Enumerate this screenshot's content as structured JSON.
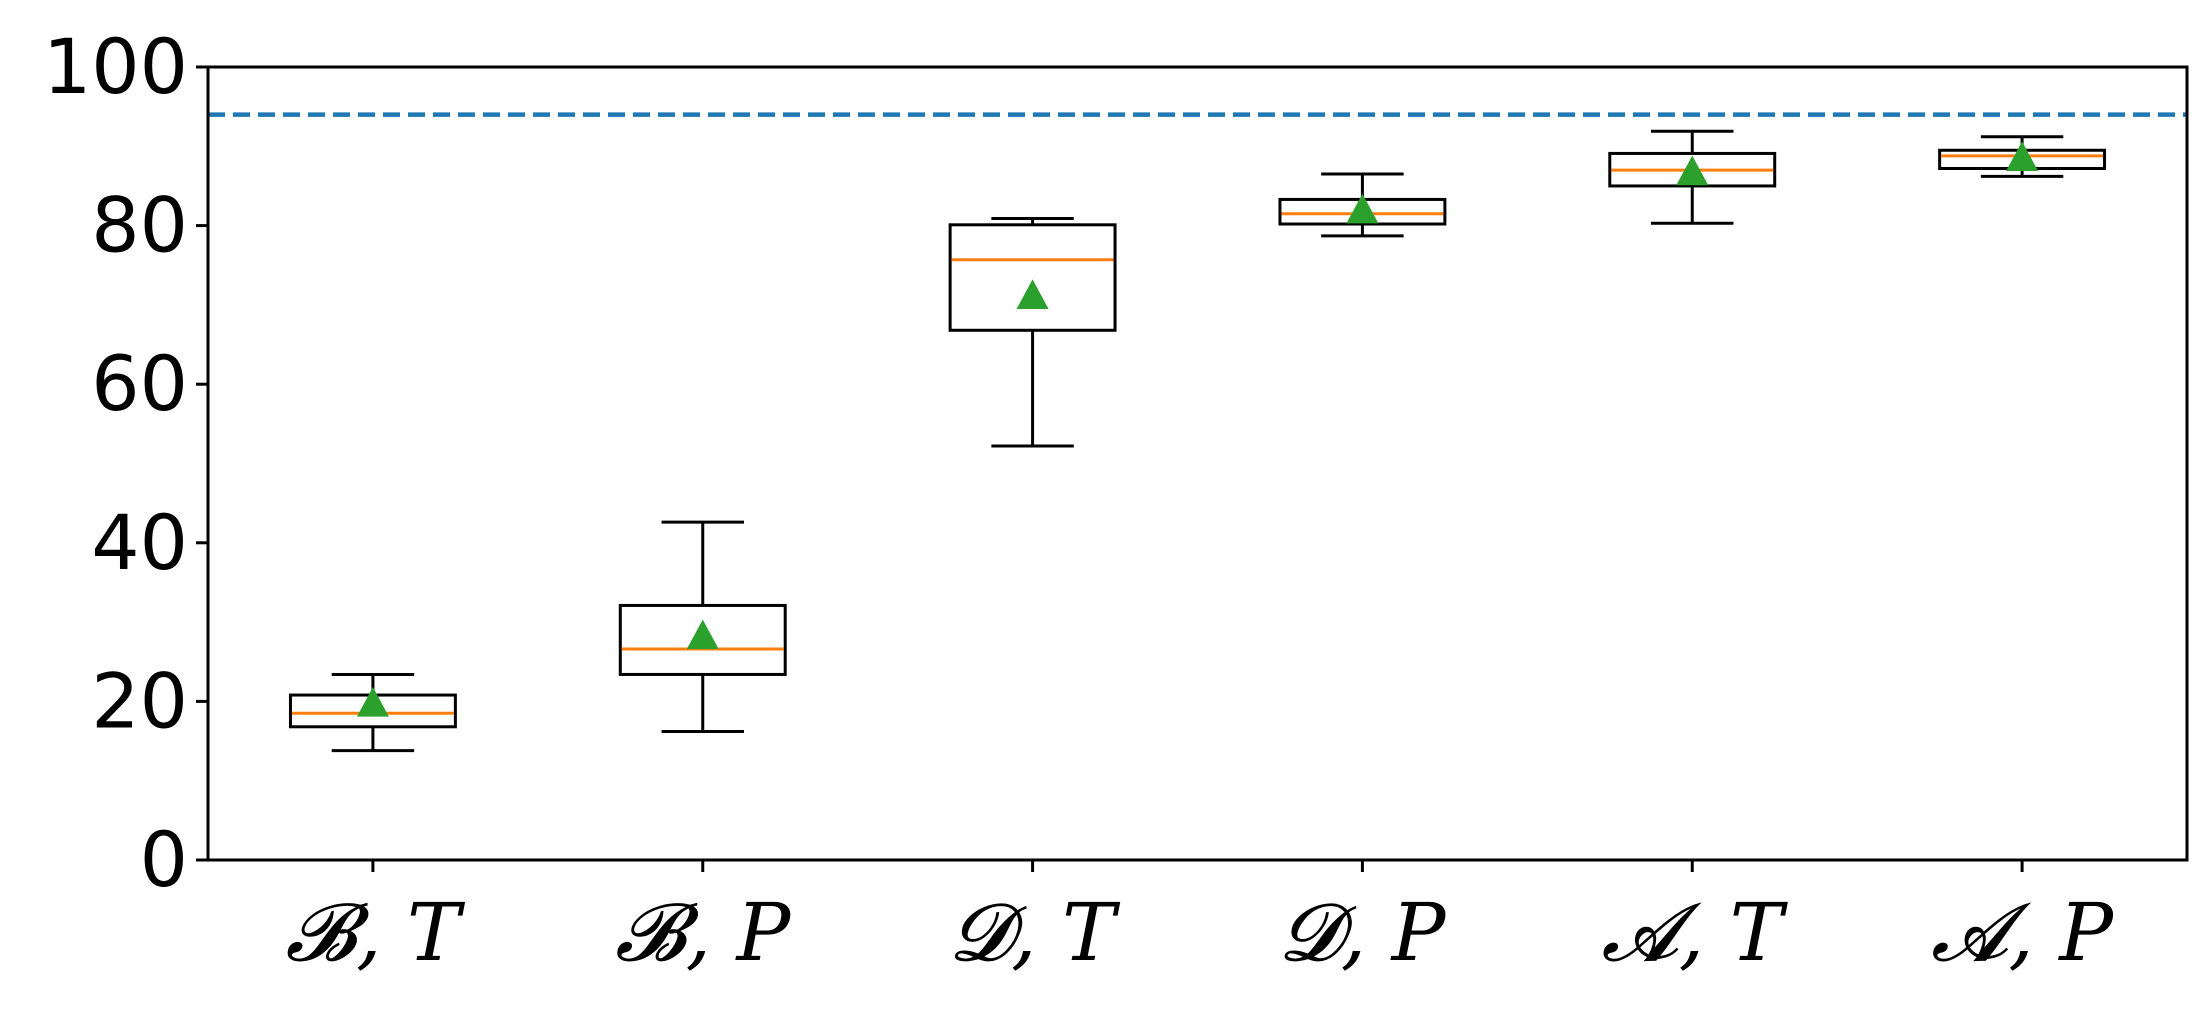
{
  "chart_data": {
    "type": "box",
    "title": "",
    "xlabel": "",
    "ylabel": "",
    "ylim": [
      0,
      100
    ],
    "yticks": [
      "0",
      "20",
      "40",
      "60",
      "80",
      "100"
    ],
    "grid": false,
    "reference_line": {
      "value": 94,
      "style": "dashed",
      "color": "#1f77b4"
    },
    "colors": {
      "box": "#000000",
      "median": "#ff7f0e",
      "mean": "#2ca02c"
    },
    "categories": [
      "𝓑, T",
      "𝓑, P",
      "𝓓, T",
      "𝓓, P",
      "𝓐, T",
      "𝓐, P"
    ],
    "boxes": [
      {
        "whisker_low": 13.8,
        "q1": 16.8,
        "median": 18.5,
        "q3": 20.8,
        "whisker_high": 23.4,
        "mean": 19.8
      },
      {
        "whisker_low": 16.2,
        "q1": 23.4,
        "median": 26.6,
        "q3": 32.1,
        "whisker_high": 42.6,
        "mean": 28.3
      },
      {
        "whisker_low": 52.2,
        "q1": 66.8,
        "median": 75.7,
        "q3": 80.1,
        "whisker_high": 80.9,
        "mean": 71.2
      },
      {
        "whisker_low": 78.7,
        "q1": 80.2,
        "median": 81.5,
        "q3": 83.3,
        "whisker_high": 86.5,
        "mean": 82.0
      },
      {
        "whisker_low": 80.3,
        "q1": 85.0,
        "median": 87.0,
        "q3": 89.1,
        "whisker_high": 91.9,
        "mean": 86.8
      },
      {
        "whisker_low": 86.2,
        "q1": 87.2,
        "median": 88.8,
        "q3": 89.5,
        "whisker_high": 91.2,
        "mean": 88.6
      }
    ]
  }
}
